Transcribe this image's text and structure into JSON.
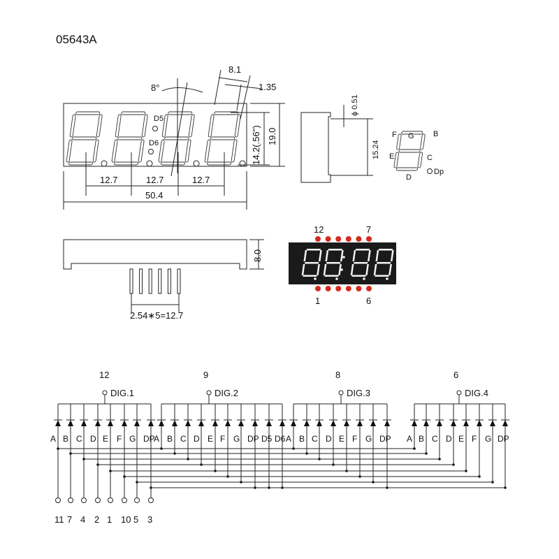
{
  "title": "05643A",
  "front_view": {
    "pitch_labels": [
      "12.7",
      "12.7",
      "12.7"
    ],
    "total_width": "50.4",
    "digit_height": "14.2(.56\")",
    "body_height": "19.0",
    "slant_angle": "8°",
    "digit_width": "8.1",
    "segment_width": "1.35",
    "colon_labels": [
      "D5",
      "D6"
    ]
  },
  "side_view": {
    "pin_diameter": "ϕ 0.51",
    "row_spacing": "15.24"
  },
  "segment_map": {
    "labels": [
      "F",
      "G",
      "B",
      "E",
      "C",
      "D",
      "Dp"
    ]
  },
  "bottom_view": {
    "pin_pitch": "2.54∗5=12.7",
    "depth": "8.0"
  },
  "photo": {
    "pin_labels": [
      "12",
      "7",
      "1",
      "6"
    ],
    "accent": "#d42a1e"
  },
  "schematic": {
    "digits": [
      {
        "pin": "12",
        "label": "DIG.1",
        "segments": [
          "A",
          "B",
          "C",
          "D",
          "E",
          "F",
          "G",
          "DP"
        ]
      },
      {
        "pin": "9",
        "label": "DIG.2",
        "segments": [
          "A",
          "B",
          "C",
          "D",
          "E",
          "F",
          "G",
          "DP",
          "D5",
          "D6"
        ]
      },
      {
        "pin": "8",
        "label": "DIG.3",
        "segments": [
          "A",
          "B",
          "C",
          "D",
          "E",
          "F",
          "G",
          "DP"
        ]
      },
      {
        "pin": "6",
        "label": "DIG.4",
        "segments": [
          "A",
          "B",
          "C",
          "D",
          "E",
          "F",
          "G",
          "DP"
        ]
      }
    ],
    "segment_pins": [
      "11",
      "7",
      "4",
      "2",
      "1",
      "10",
      "5",
      "3"
    ]
  }
}
